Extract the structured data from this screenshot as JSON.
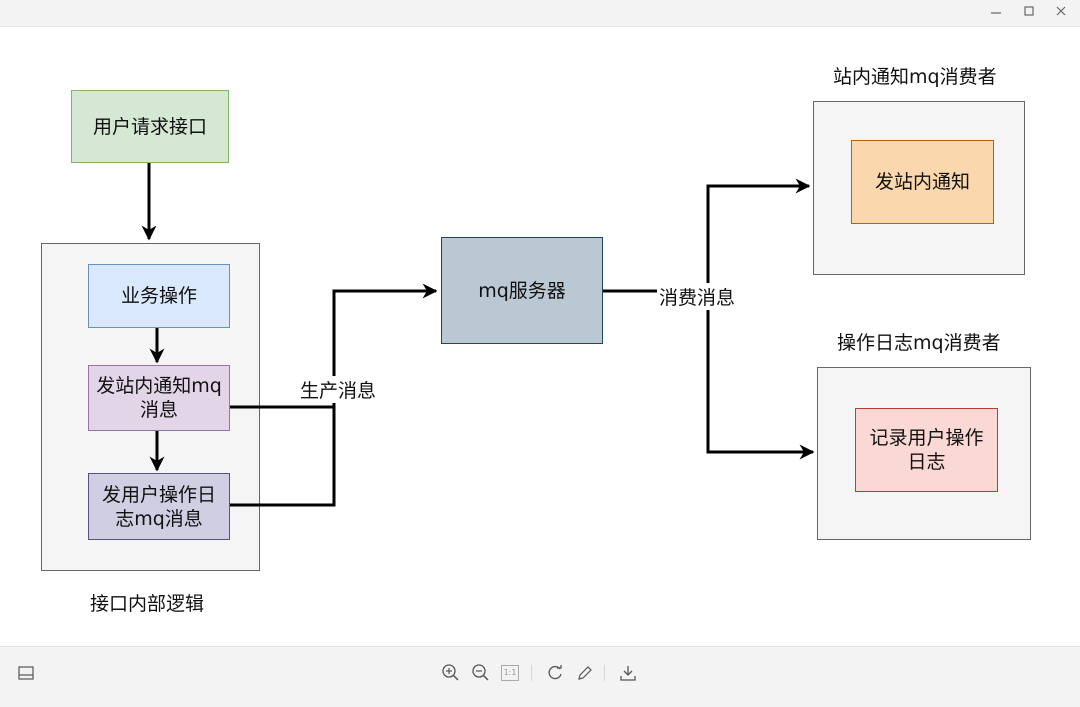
{
  "nodes": {
    "user_request": "用户请求接口",
    "business_op": "业务操作",
    "send_notice_msg": "发站内通知mq\n消息",
    "send_log_msg": "发用户操作日\n志mq消息",
    "container_label": "接口内部逻辑",
    "mq_server": "mq服务器",
    "notice_consumer_label": "站内通知mq消费者",
    "send_notice": "发站内通知",
    "log_consumer_label": "操作日志mq消费者",
    "record_log": "记录用户操作\n日志"
  },
  "edges": {
    "produce": "生产消息",
    "consume": "消费消息"
  },
  "colors": {
    "green_fill": "#d5e8d4",
    "green_border": "#82b366",
    "blue_fill": "#dae8fc",
    "blue_border": "#6c8ebf",
    "purple_fill": "#e1d5e7",
    "purple_border": "#9673a6",
    "lavender_fill": "#d0cee2",
    "lavender_border": "#56517e",
    "server_fill": "#bac8d3",
    "server_border": "#23445d",
    "orange_fill": "#fad7ac",
    "orange_border": "#b46504",
    "red_fill": "#fad9d5",
    "red_border": "#ae4132"
  },
  "toolbar": {
    "left": [
      "sidebar-icon"
    ],
    "center": [
      "zoom-in-icon",
      "zoom-out-icon",
      "actual-size-icon",
      "rotate-icon",
      "edit-icon",
      "download-icon"
    ],
    "actual_size_text": "1:1"
  }
}
